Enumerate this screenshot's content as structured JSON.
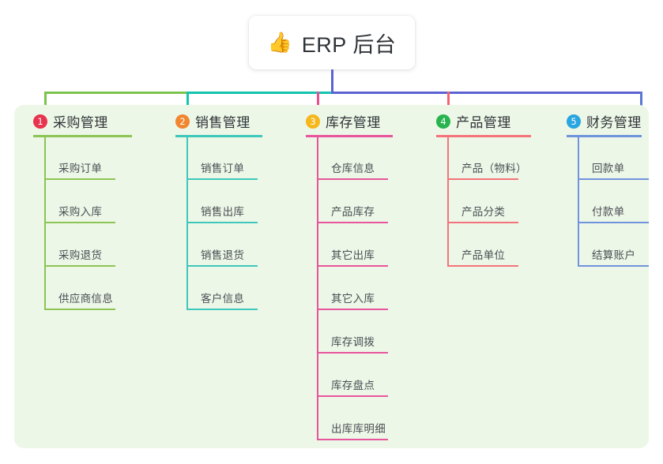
{
  "root": {
    "icon": "thumbs-up-icon",
    "emoji": "👍",
    "title": "ERP 后台"
  },
  "palette": {
    "panel_bg": "#edf7e7",
    "page_bg": "#ffffff",
    "text": "#2f3338",
    "leaf_text": "#4a4f55",
    "trunk_blue": "#5b63d3",
    "bar_green": "#7cc34c",
    "bar_teal": "#15c4ae",
    "bar_blue": "#5b63d3"
  },
  "trunk": {
    "stem_color": "#5b63d3",
    "segments": [
      {
        "name": "green-segment",
        "color": "#7cc34c"
      },
      {
        "name": "teal-segment",
        "color": "#15c4ae"
      },
      {
        "name": "blue-segment",
        "color": "#5b63d3"
      }
    ]
  },
  "columns": [
    {
      "index": "1",
      "badge_number": "1",
      "badge_color": "#e8344e",
      "line_color": "#8cc455",
      "drop_color": "#7cc34c",
      "title": "采购管理",
      "items": [
        "采购订单",
        "采购入库",
        "采购退货",
        "供应商信息"
      ]
    },
    {
      "index": "2",
      "badge_number": "2",
      "badge_color": "#f0862f",
      "line_color": "#3ec8bb",
      "drop_color": "#15c4ae",
      "title": "销售管理",
      "items": [
        "销售订单",
        "销售出库",
        "销售退货",
        "客户信息"
      ]
    },
    {
      "index": "3",
      "badge_number": "3",
      "badge_color": "#f5b71c",
      "line_color": "#e8559c",
      "drop_color": "#ea4f94",
      "title": "库存管理",
      "items": [
        "仓库信息",
        "产品库存",
        "其它出库",
        "其它入库",
        "库存调拨",
        "库存盘点",
        "出库库明细"
      ]
    },
    {
      "index": "4",
      "badge_number": "4",
      "badge_color": "#27b34e",
      "line_color": "#f4737a",
      "drop_color": "#f4646f",
      "title": "产品管理",
      "items": [
        "产品（物料）",
        "产品分类",
        "产品单位"
      ]
    },
    {
      "index": "5",
      "badge_number": "5",
      "badge_color": "#29a5e0",
      "line_color": "#6f93dd",
      "drop_color": "#5b77d6",
      "title": "财务管理",
      "items": [
        "回款单",
        "付款单",
        "结算账户"
      ]
    }
  ]
}
